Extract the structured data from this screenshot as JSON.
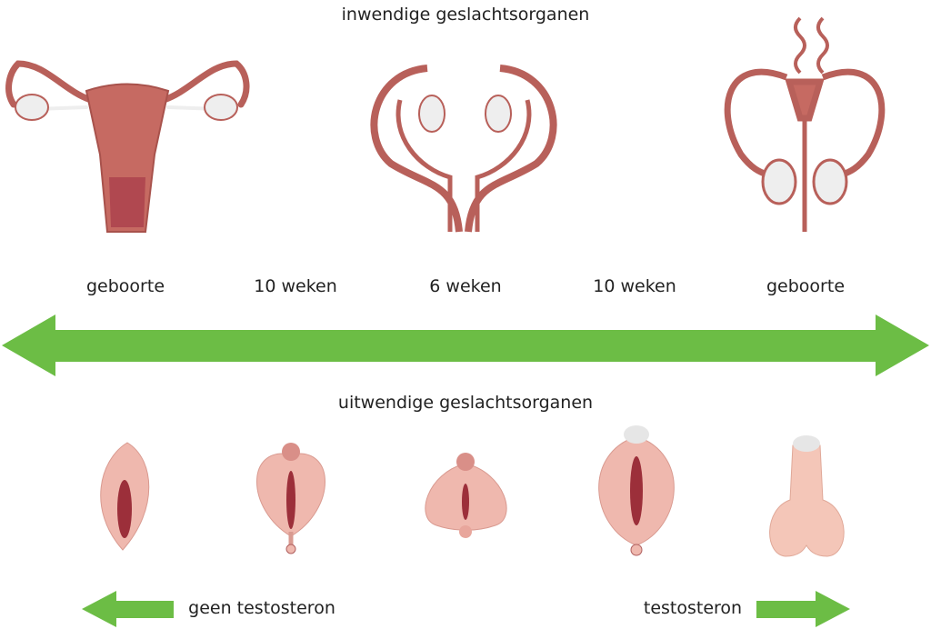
{
  "headings": {
    "internal": "inwendige geslachtsorganen",
    "external": "uitwendige geslachtsorganen"
  },
  "timeline": [
    "geboorte",
    "10 weken",
    "6 weken",
    "10 weken",
    "geboorte"
  ],
  "bottom": {
    "left": "geen testosteron",
    "right": "testosteron"
  },
  "colors": {
    "arrow": "#6cbd45",
    "organ": "#b8605a",
    "skin": "#efb8ae",
    "ovary": "#eeeeee"
  }
}
